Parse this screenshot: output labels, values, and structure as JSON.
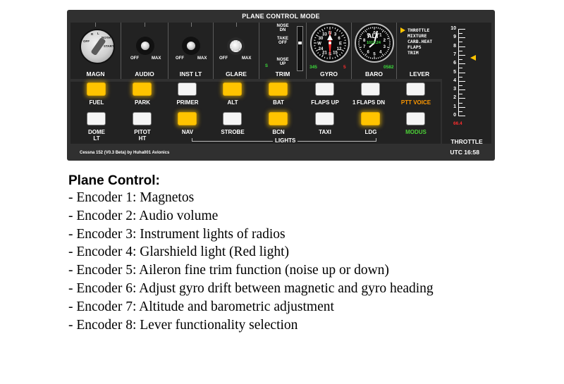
{
  "panel": {
    "title": "PLANE CONTROL MODE",
    "footer_left": "Cessna 152 (V0.3 Beta) by Huha001 Avionics",
    "utc": "UTC 16:58"
  },
  "encoders": {
    "magn": {
      "label": "MAGN",
      "marks": [
        "OFF",
        "R",
        "L",
        "BOTH",
        "START"
      ]
    },
    "audio": {
      "label": "AUDIO",
      "off": "OFF",
      "max": "MAX"
    },
    "inst_lt": {
      "label": "INST LT",
      "off": "OFF",
      "max": "MAX"
    },
    "glare": {
      "label": "GLARE",
      "off": "OFF",
      "max": "MAX"
    },
    "trim": {
      "label": "TRIM",
      "nose_dn": "NOSE DN",
      "take_off": "TAKE OFF",
      "nose_up": "NOSE UP",
      "s_mark": "S",
      "position": 0.37
    },
    "gyro": {
      "label": "GYRO",
      "left_value": "345",
      "right_value": "5",
      "heading_deg": 0
    },
    "baro": {
      "label": "BARO",
      "right_value": "0582",
      "digits": "1013.24",
      "code": "ALT"
    },
    "lever": {
      "label": "LEVER",
      "options": [
        "THROTTLE",
        "MIXTURE",
        "CARB.HEAT",
        "FLAPS",
        "TRIM"
      ],
      "selected": "THROTTLE"
    }
  },
  "throttle": {
    "label": "THROTTLE",
    "ticks": [
      "10",
      "9",
      "8",
      "7",
      "6",
      "5",
      "4",
      "3",
      "2",
      "1",
      "0"
    ],
    "value_readout": "66.4",
    "level": 0.664
  },
  "buttons_row1": [
    {
      "label": "FUEL",
      "on": true
    },
    {
      "label": "PARK",
      "on": true
    },
    {
      "label": "PRIMER",
      "on": false
    },
    {
      "label": "ALT",
      "on": true
    },
    {
      "label": "BAT",
      "on": true
    },
    {
      "label": "FLAPS UP",
      "on": false
    },
    {
      "label": "FLAPS DN",
      "on": false
    },
    {
      "label": "PTT VOICE",
      "on": false
    }
  ],
  "flaps_indicator": "1",
  "buttons_row2": [
    {
      "label1": "DOME",
      "label2": "LT",
      "on": false
    },
    {
      "label1": "PITOT",
      "label2": "HT",
      "on": false
    },
    {
      "label1": "NAV",
      "label2": "",
      "on": true
    },
    {
      "label1": "STROBE",
      "label2": "",
      "on": false
    },
    {
      "label1": "BCN",
      "label2": "",
      "on": true
    },
    {
      "label1": "TAXI",
      "label2": "",
      "on": false
    },
    {
      "label1": "LDG",
      "label2": "",
      "on": true
    },
    {
      "label1": "MODUS",
      "label2": "",
      "on": false
    }
  ],
  "lights_group_label": "LIGHTS",
  "colors": {
    "accent_yellow": "#ffc400",
    "ptt_orange": "#ff9900",
    "modus_green": "#4cd137",
    "gyro_red": "#ff2d2d",
    "green_readout": "#3ddc3d"
  },
  "description": {
    "title": "Plane Control:",
    "items": [
      "- Encoder 1: Magnetos",
      "- Encoder 2: Audio volume",
      "- Encoder 3: Instrument lights of radios",
      "- Encoder 4: Glarshield light (Red light)",
      "- Encoder 5: Aileron fine trim function (noise up or down)",
      "- Encoder 6: Adjust gyro drift between magnetic and gyro heading",
      "- Encoder 7: Altitude and barometric adjustment",
      "- Encoder 8: Lever functionality selection"
    ]
  }
}
